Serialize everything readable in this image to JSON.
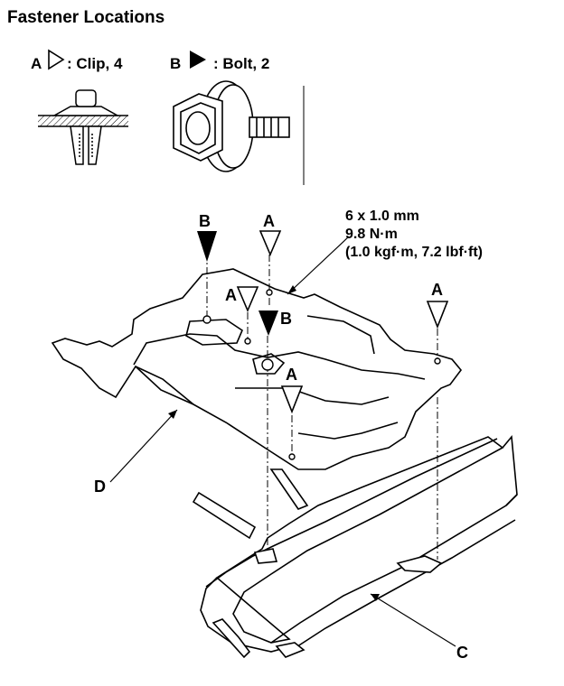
{
  "title": "Fastener Locations",
  "legend": {
    "a_letter": "A",
    "a_text": ": Clip, 4",
    "b_letter": "B",
    "b_text": ": Bolt, 2"
  },
  "torque_spec": {
    "line1": "6 x 1.0 mm",
    "line2": "9.8 N·m",
    "line3": "(1.0 kgf·m, 7.2 lbf·ft)"
  },
  "callouts": {
    "a1": "A",
    "a2": "A",
    "a3": "A",
    "a4": "A",
    "b1": "B",
    "b2": "B",
    "c": "C",
    "d": "D"
  }
}
